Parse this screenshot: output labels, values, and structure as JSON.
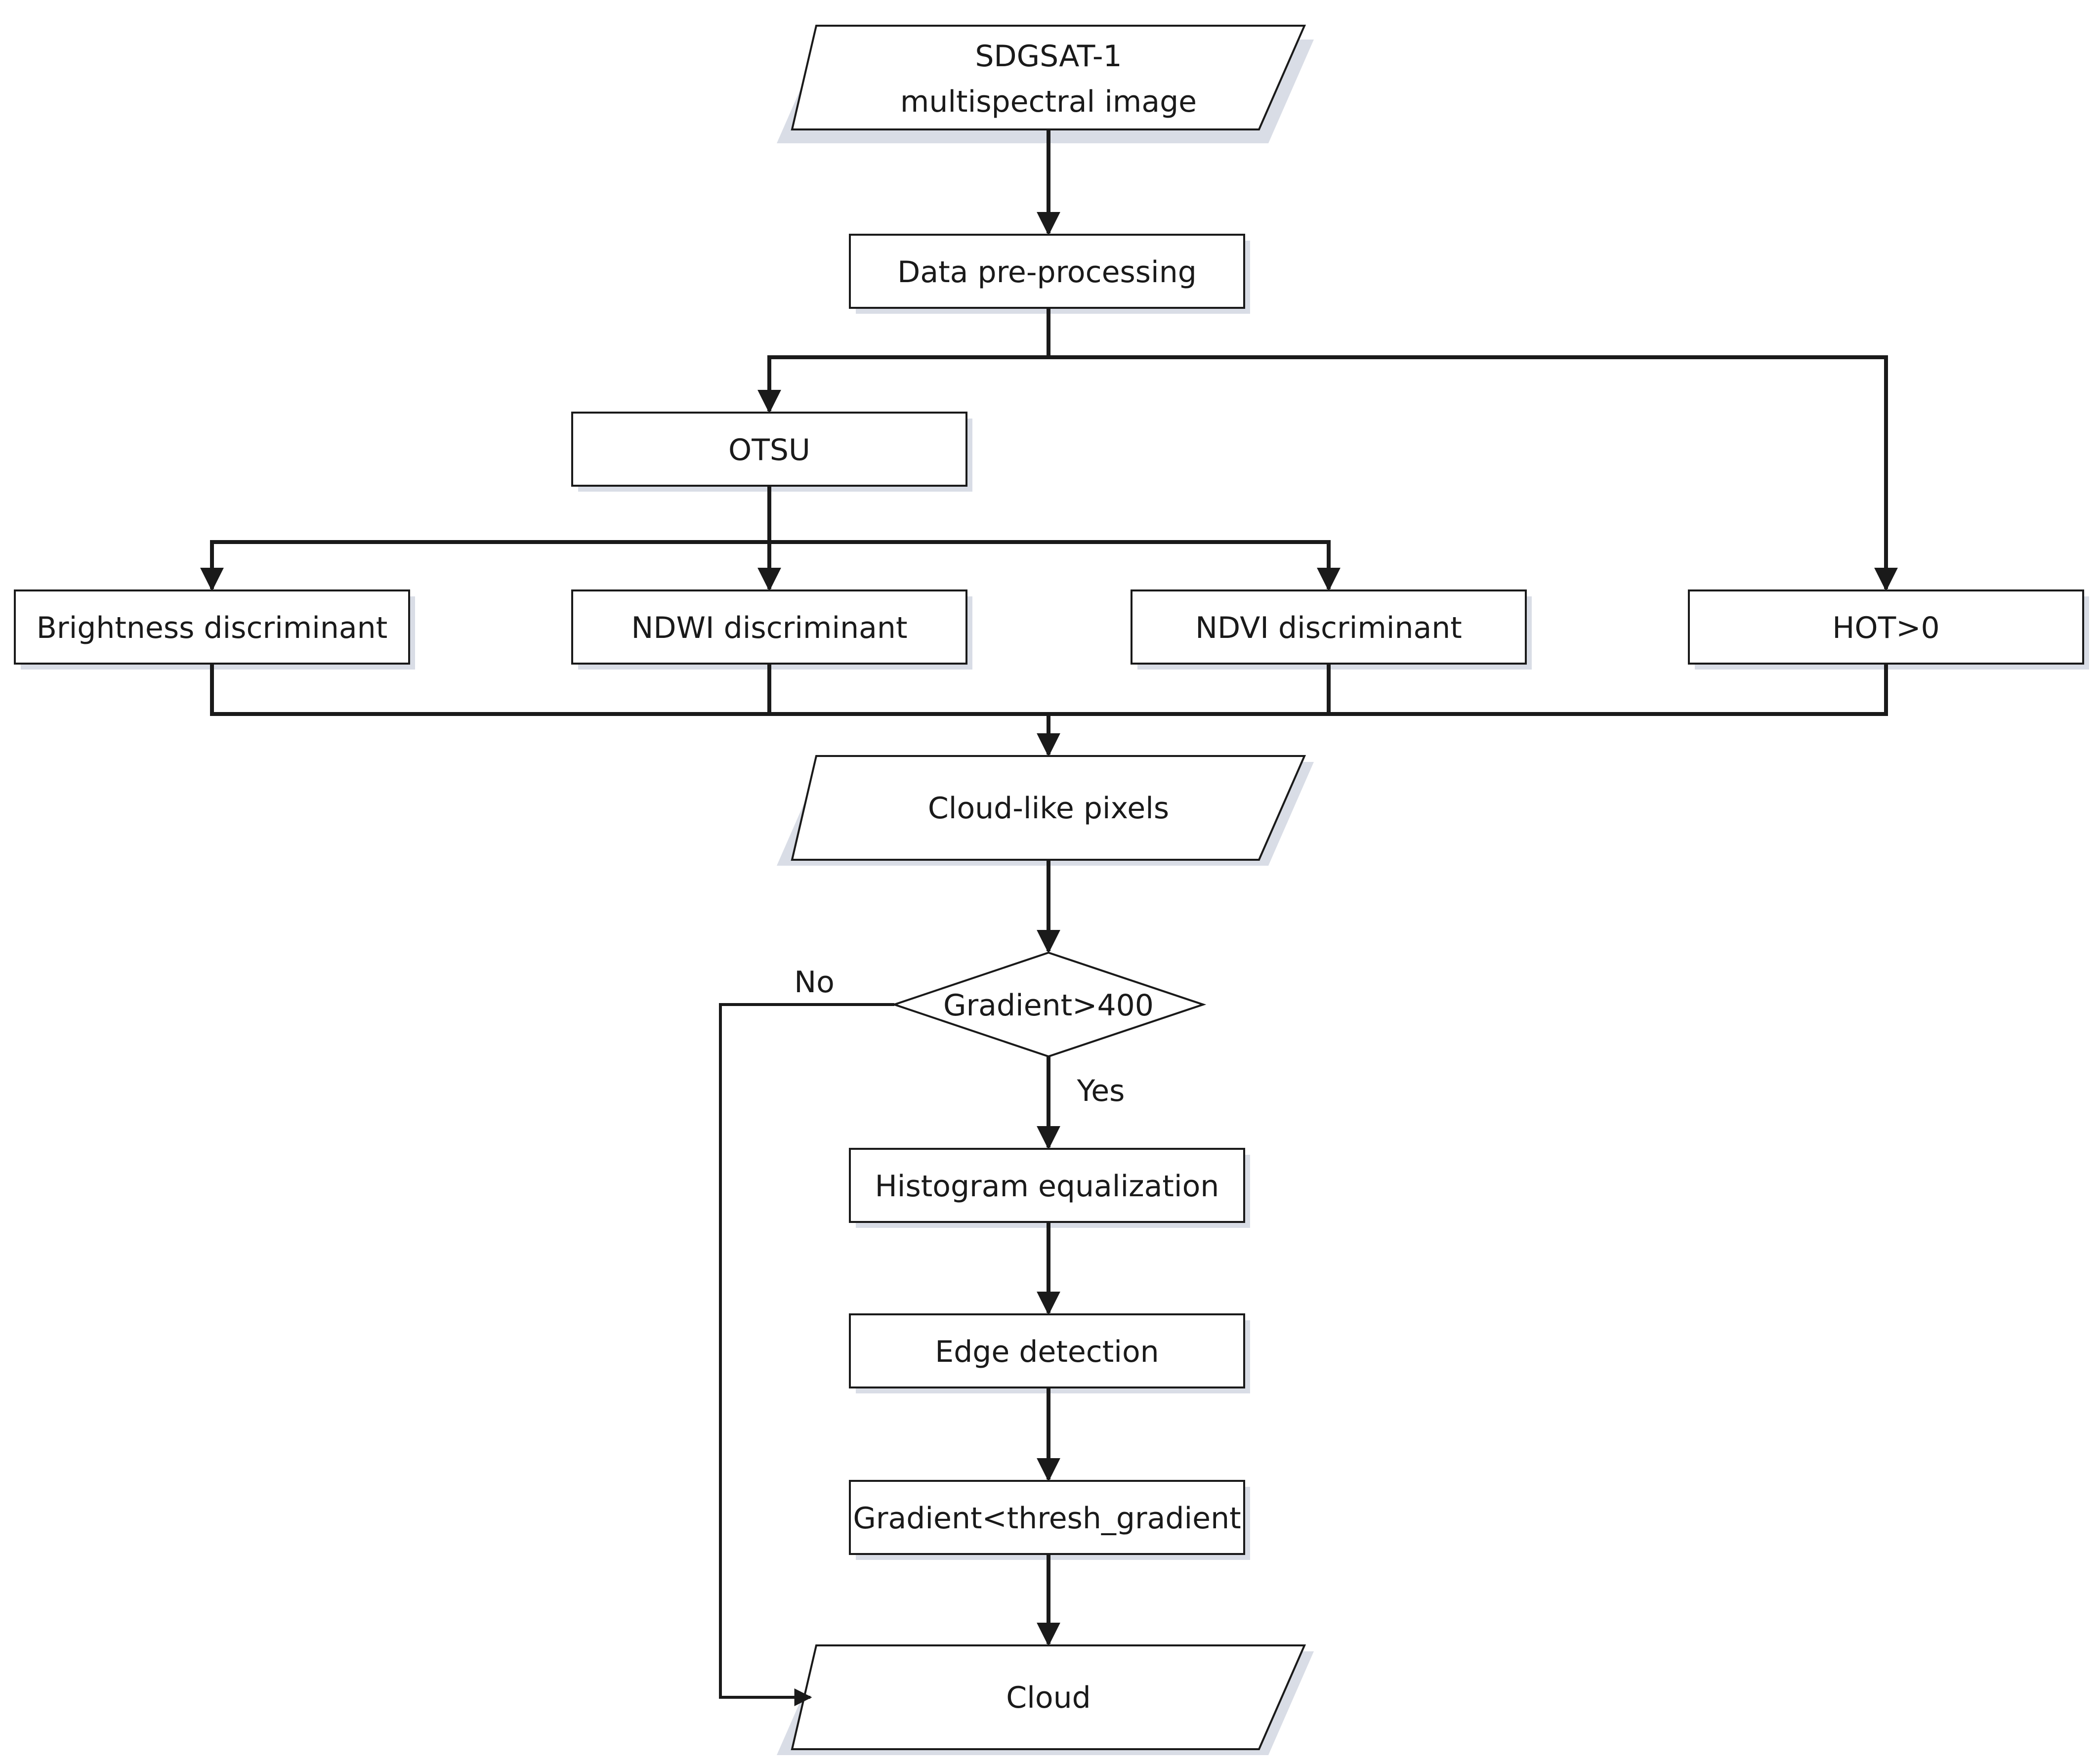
{
  "nodes": {
    "input": {
      "line1": "SDGSAT-1",
      "line2": "multispectral  image"
    },
    "preprocess": "Data pre-processing",
    "otsu": "OTSU",
    "brightness": "Brightness discriminant",
    "ndwi": "NDWI discriminant",
    "ndvi": "NDVI discriminant",
    "hot": "HOT>0",
    "cloudlike": "Cloud-like pixels",
    "decision": "Gradient>400",
    "histeq": "Histogram equalization",
    "edge": "Edge detection",
    "gradthresh": "Gradient<thresh_gradient",
    "cloud": "Cloud"
  },
  "edge_labels": {
    "no": "No",
    "yes": "Yes"
  },
  "colors": {
    "stroke": "#1a1a1a",
    "fill": "#ffffff",
    "shadow": "#d9dde6"
  }
}
